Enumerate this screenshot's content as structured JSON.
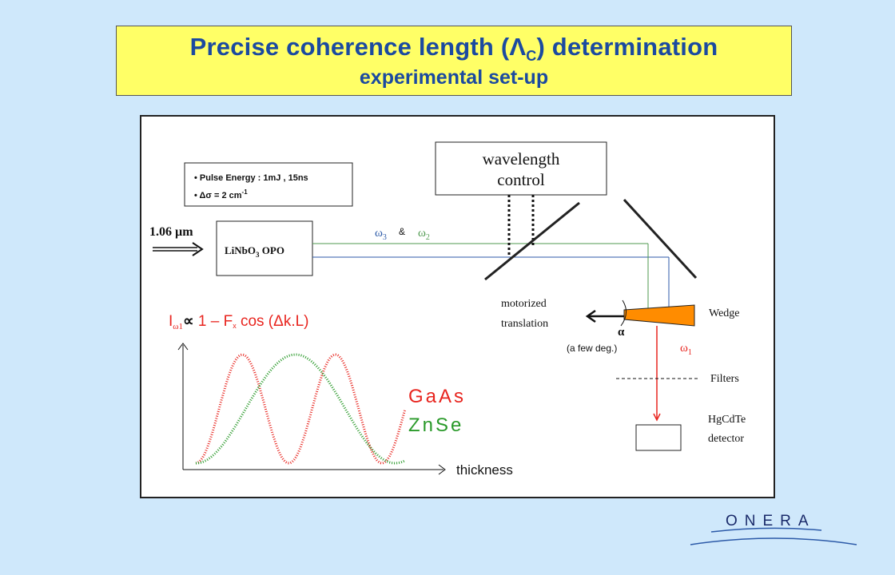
{
  "title": {
    "line1_pre": "Precise coherence length (",
    "lambda_symbol": "Λ",
    "lambda_sub": "C",
    "line1_post": ") determination",
    "line2": "experimental set-up"
  },
  "setup": {
    "pump_label": "1.06 µm",
    "opo_label_main": "LiNbO",
    "opo_label_sub": "3",
    "opo_label_tail": " OPO",
    "spec_bullets": [
      "Pulse Energy : 1mJ , 15ns",
      "Δσ  = 2 cm",
      "-1"
    ],
    "wavelength_control_line1": "wavelength",
    "wavelength_control_line2": "control",
    "beams_label": {
      "omega3": "ω",
      "omega3_sub": "3",
      "amp": "&",
      "omega2": "ω",
      "omega2_sub": "2"
    },
    "motorized_line1": "motorized",
    "motorized_line2": "translation",
    "alpha": "α",
    "angle_note": "(a few deg.)",
    "wedge": "Wedge",
    "omega1": "ω",
    "omega1_sub": "1",
    "filters": "Filters",
    "detector_line1": "HgCdTe",
    "detector_line2": "detector"
  },
  "formula": {
    "I": "I",
    "sub": "ω1",
    "prop": "∝",
    "rest_a": " 1 – F",
    "rest_sub": "x",
    "rest_b": " cos (Δk.L)"
  },
  "graph": {
    "xlabel": "thickness",
    "legend": [
      "GaAs",
      "ZnSe"
    ]
  },
  "logo": {
    "text": "ONERA"
  },
  "colors": {
    "title_text": "#1b4aa0",
    "title_bg": "#ffff66",
    "background": "#cfe8fb",
    "gaas": "#e8251f",
    "znse": "#2a9a2a",
    "beam_green": "#4f9a4f",
    "beam_blue": "#2c5aa8",
    "wedge": "#ff8c00"
  }
}
